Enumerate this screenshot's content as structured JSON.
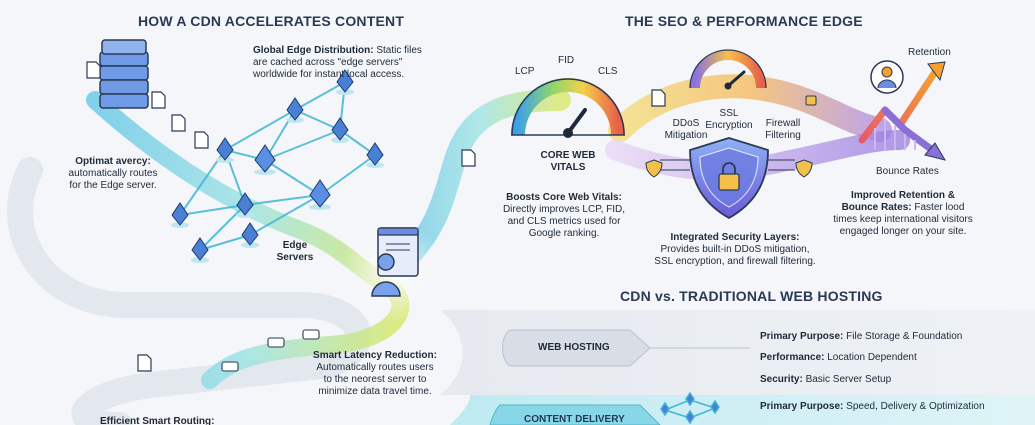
{
  "left": {
    "title": "HOW A CDN ACCELERATES CONTENT",
    "global_edge": {
      "head": "Global Edge Distribution:",
      "body1": " Static files",
      "body2": "are cached across \"edge servers\"",
      "body3": "worldwide for instant local access."
    },
    "optimal": {
      "head": "Optimat avercy:",
      "l2": "automatically routes",
      "l3": "for the Edge server."
    },
    "edge_servers": {
      "l1": "Edge",
      "l2": "Servers"
    },
    "smart_latency": {
      "head": "Smart Latency Reduction:",
      "l2": "Automatically routes users",
      "l3": "to the neorest server to",
      "l4": "minimize data travel time."
    },
    "efficient": "Efficient Smart Routing:"
  },
  "right": {
    "title": "THE SEO & PERFORMANCE EDGE",
    "gauge": {
      "lcp": "LCP",
      "fid": "FID",
      "cls": "CLS",
      "label1": "CORE WEB",
      "label2": "VITALS"
    },
    "boosts": {
      "head": "Boosts Core Web Vitals:",
      "l2": "Directly improves LCP, FID,",
      "l3": "and CLS metrics used for",
      "l4": "Google ranking."
    },
    "security": {
      "ddos1": "DDoS",
      "ddos2": "Mitigation",
      "ssl1": "SSL",
      "ssl2": "Encryption",
      "fw1": "Firewall",
      "fw2": "Filtering"
    },
    "integrated": {
      "head": "Integrated Security Layers:",
      "l2": "Provides built-in DDoS mitigation,",
      "l3": "SSL encryption, and firewall filtering."
    },
    "retention": "Retention",
    "bounce": "Bounce Rates",
    "improved": {
      "head1": "Improved Retention &",
      "head2": "Bounce Rates:",
      "body": " Faster lood",
      "l3": "times keep international visitors",
      "l4": "engaged longer on your site."
    }
  },
  "compare": {
    "title": "CDN vs. TRADITIONAL WEB HOSTING",
    "web_hosting": {
      "label": "WEB HOSTING",
      "rows": [
        {
          "k": "Primary Purpose:",
          "v": " File Storage & Foundation"
        },
        {
          "k": "Performance:",
          "v": " Location Dependent"
        },
        {
          "k": "Security:",
          "v": " Basic Server Setup"
        }
      ]
    },
    "cdn": {
      "label": "CONTENT DELIVERY",
      "rows": [
        {
          "k": "Primary Purpose:",
          "v": " Speed, Delivery & Optimization"
        }
      ]
    }
  },
  "colors": {
    "teal": "#3fb6d6",
    "purple": "#8b6fd6",
    "orange": "#f0a23a",
    "navy": "#2a3a55",
    "blue": "#4a8fe0"
  }
}
